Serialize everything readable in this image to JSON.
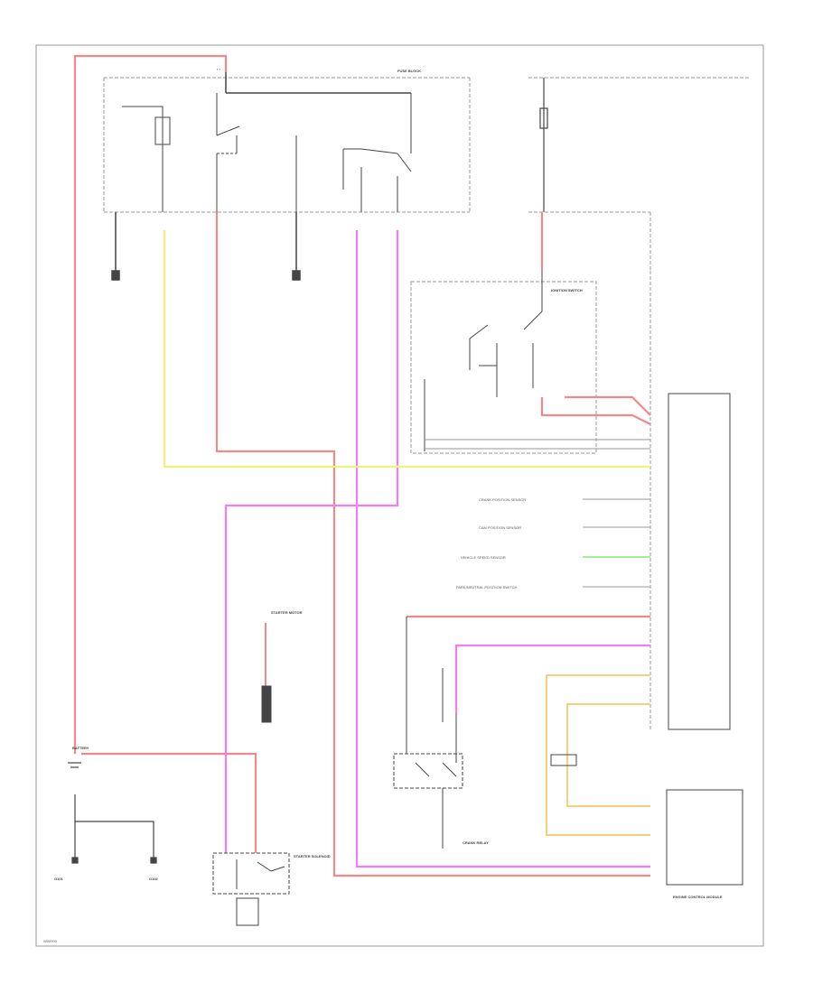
{
  "colors": {
    "red": "#f08a8a",
    "pink": "#f07ef0",
    "yellow": "#f2f27a",
    "green": "#9ef29e",
    "orange": "#f5d27a",
    "black": "#444444",
    "gray": "#9a9a9a",
    "frame": "#999999"
  },
  "labels": {
    "battery": "BATTERY",
    "starter_solenoid": "STARTER SOLENOID",
    "starter_motor": "STARTER MOTOR",
    "ignition_switch": "IGNITION SWITCH",
    "ecm": "ENGINE CONTROL MODULE",
    "ground_g101": "G101",
    "ground_g102": "G102",
    "crank_relay": "CRANK RELAY",
    "fuse_block": "FUSE BLOCK",
    "sensor_a": "CRANK POSITION SENSOR",
    "sensor_b": "CAM POSITION SENSOR",
    "sensor_c": "VEHICLE SPEED SENSOR",
    "sensor_d": "PARK/NEUTRAL POSITION SWITCH",
    "figure_id": "W00000"
  }
}
